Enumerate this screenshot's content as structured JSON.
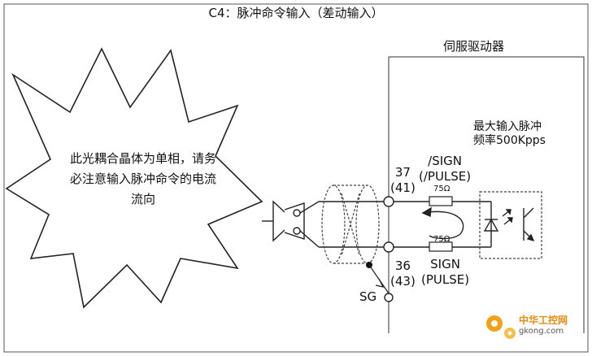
{
  "title": "C4：脉冲命令输入（差动输入）",
  "driver_label": "伺服驱动器",
  "max_input": "最大输入脉冲\n频率500Kpps",
  "note": "此光耦合晶体为单相，请务必注意输入脉冲命令的电流流向",
  "pins": {
    "sign_label": "/SIGN\n(/PULSE)",
    "pulse_label": "SIGN\n(PULSE)",
    "pin_top": "37\n(41)",
    "pin_bottom": "36\n(43)",
    "sg": "SG"
  },
  "resistors": {
    "top": "75Ω",
    "bottom": "75Ω"
  },
  "watermark": {
    "brand": "中华工控网",
    "url": "gkong.com"
  }
}
